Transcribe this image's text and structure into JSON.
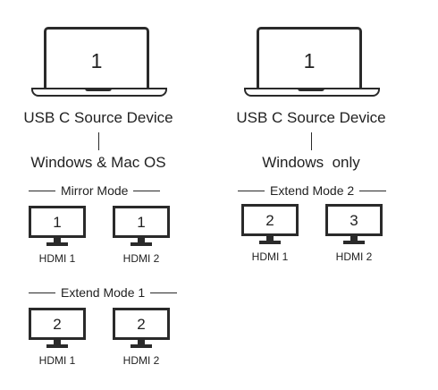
{
  "left": {
    "laptop_number": "1",
    "source_label": "USB C Source Device",
    "os_label": "Windows & Mac OS",
    "mirror": {
      "title": "Mirror Mode",
      "monitors": [
        {
          "number": "1",
          "port": "HDMI 1"
        },
        {
          "number": "1",
          "port": "HDMI 2"
        }
      ]
    },
    "extend1": {
      "title": "Extend Mode 1",
      "monitors": [
        {
          "number": "2",
          "port": "HDMI 1"
        },
        {
          "number": "2",
          "port": "HDMI 2"
        }
      ]
    }
  },
  "right": {
    "laptop_number": "1",
    "source_label": "USB C Source Device",
    "os_label": "Windows  only",
    "extend2": {
      "title": "Extend Mode 2",
      "monitors": [
        {
          "number": "2",
          "port": "HDMI 1"
        },
        {
          "number": "3",
          "port": "HDMI 2"
        }
      ]
    }
  }
}
